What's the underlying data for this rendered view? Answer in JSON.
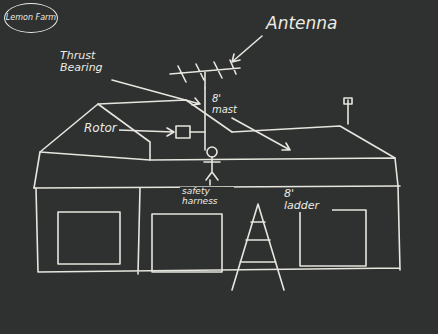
{
  "diagram": {
    "nodes": [
      {
        "text": [
          "Lemon Farm"
        ]
      }
    ],
    "labels": [
      "Antenna",
      "Thrust Bearing",
      "Rotor",
      "8' mast",
      "safety harness",
      "8' ladder"
    ]
  }
}
